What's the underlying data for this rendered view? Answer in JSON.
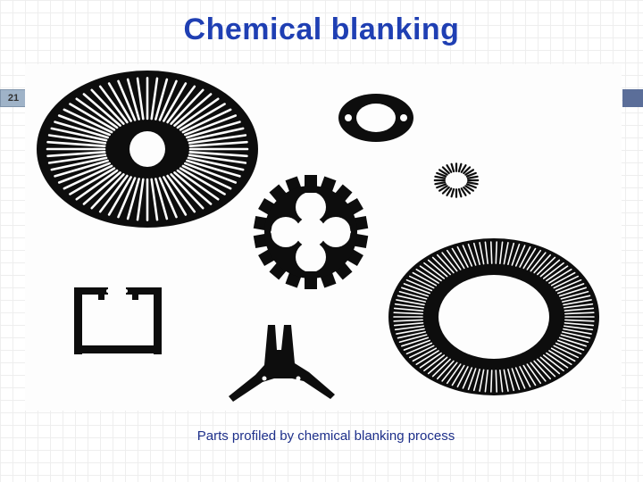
{
  "slide": {
    "title": "Chemical blanking",
    "number": "21",
    "caption": "Parts profiled by chemical blanking process"
  },
  "colors": {
    "title": "#1f3fb3",
    "caption": "#1d2f8a",
    "part": "#0d0d0d",
    "slide_number_box": "#9fb3c8",
    "corner_tab": "#5b6e99"
  }
}
